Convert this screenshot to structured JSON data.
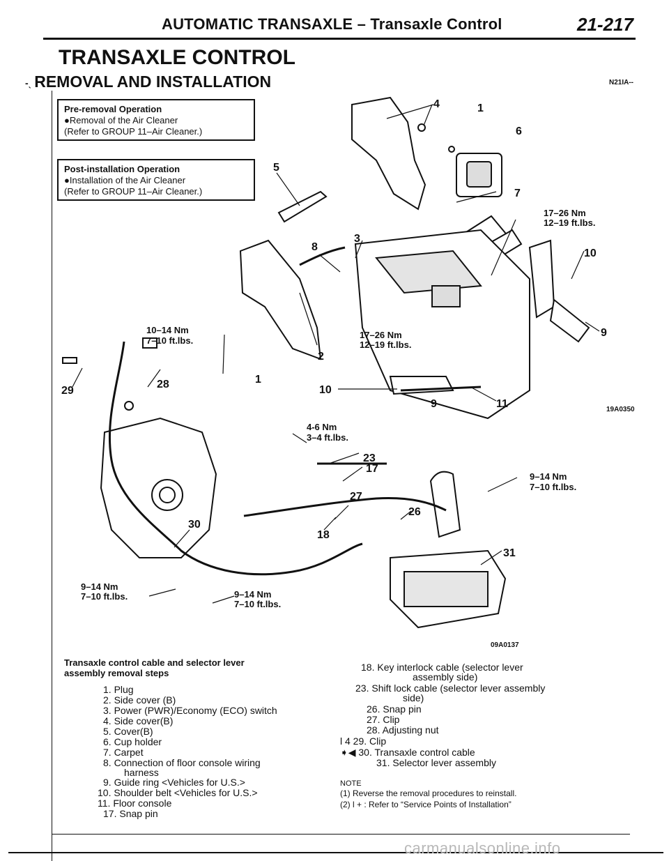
{
  "header": {
    "title": "AUTOMATIC TRANSAXLE – Transaxle Control",
    "page": "21-217"
  },
  "section_title": "TRANSAXLE CONTROL",
  "subsection_title": "REMOVAL AND INSTALLATION",
  "doc_code": "N21IA--",
  "pre_removal": {
    "title": "Pre-removal Operation",
    "line1": "●Removal of the Air Cleaner",
    "line2": "(Refer to GROUP 11–Air Cleaner.)"
  },
  "post_installation": {
    "title": "Post-installation Operation",
    "line1": "●Installation of the Air Cleaner",
    "line2": "(Refer to GROUP 11–Air Cleaner.)"
  },
  "figure": {
    "top_id": "19A0350",
    "bottom_id": "09A0137",
    "callouts": [
      "4",
      "1",
      "6",
      "5",
      "7",
      "8",
      "3",
      "10",
      "9",
      "2",
      "1",
      "10",
      "9",
      "11",
      "29",
      "28",
      "23",
      "17",
      "27",
      "26",
      "18",
      "30",
      "31"
    ],
    "torques": {
      "t_17_26_top": [
        "17–26 Nm",
        "12–19 ft.lbs."
      ],
      "t_10_14": [
        "10–14 Nm",
        "7–10 ft.lbs."
      ],
      "t_17_26_mid": [
        "17–26 Nm",
        "12–19 ft.lbs."
      ],
      "t_4_6": [
        "4-6 Nm",
        "3–4 ft.lbs."
      ],
      "t_9_14_right": [
        "9–14 Nm",
        "7–10 ft.lbs."
      ],
      "t_9_14_left": [
        "9–14 Nm",
        "7–10 ft.lbs."
      ],
      "t_9_14_center": [
        "9–14 Nm",
        "7–10 ft.lbs."
      ]
    }
  },
  "steps": {
    "title": "Transaxle control cable and selector lever assembly removal steps",
    "left": [
      "1. Plug",
      "2. Side cover (B)",
      "3. Power (PWR)/Economy (ECO) switch",
      "4. Side cover(B)",
      "5. Cover(B)",
      "6. Cup holder",
      "7. Carpet",
      "8. Connection of floor console wiring",
      "harness",
      "9. Guide ring <Vehicles for U.S.>",
      "10. Shoulder belt <Vehicles for U.S.>",
      "11. Floor console",
      "17. Snap pin"
    ],
    "right": [
      "18. Key interlock cable (selector lever",
      "assembly side)",
      "23. Shift lock cable (selector lever assembly",
      "side)",
      "26. Snap pin",
      "27. Clip",
      "28. Adjusting nut",
      "l  4 29. Clip",
      "➧◀ 30. Transaxle control cable",
      "31. Selector lever assembly"
    ]
  },
  "note": {
    "title": "NOTE",
    "line1": "(1) Reverse the removal procedures to reinstall.",
    "line2": "(2)  l  + : Refer to “Service Points of Installation”"
  },
  "watermark": "carmanualsonline.info"
}
